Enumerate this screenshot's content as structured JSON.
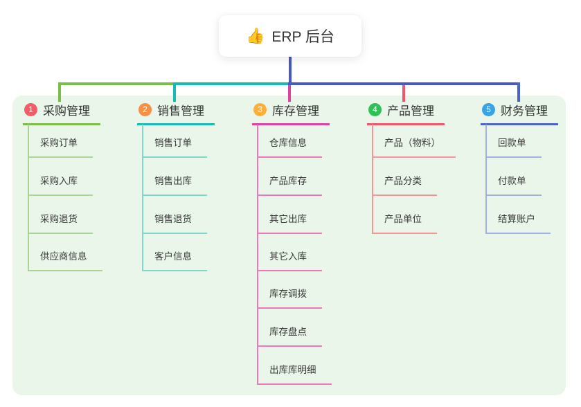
{
  "root": {
    "icon": "👍",
    "label": "ERP 后台"
  },
  "connector_color": "#4857c6",
  "panel_color": "#e9f6e9",
  "branches": [
    {
      "badge": "1",
      "label": "采购管理",
      "color": "#7cbd4a",
      "light_color": "#aad491",
      "badge_color": "#f25d66",
      "items": [
        "采购订单",
        "采购入库",
        "采购退货",
        "供应商信息"
      ]
    },
    {
      "badge": "2",
      "label": "销售管理",
      "color": "#16bcb0",
      "light_color": "#7fd6cb",
      "badge_color": "#f98e45",
      "items": [
        "销售订单",
        "销售出库",
        "销售退货",
        "客户信息"
      ]
    },
    {
      "badge": "3",
      "label": "库存管理",
      "color": "#e0409e",
      "light_color": "#ec77bd",
      "badge_color": "#fbb03d",
      "items": [
        "仓库信息",
        "产品库存",
        "其它出库",
        "其它入库",
        "库存调拨",
        "库存盘点",
        "出库库明细"
      ]
    },
    {
      "badge": "4",
      "label": "产品管理",
      "color": "#f2566a",
      "light_color": "#f59598",
      "badge_color": "#2fc158",
      "items": [
        "产品（物料）",
        "产品分类",
        "产品单位"
      ]
    },
    {
      "badge": "5",
      "label": "财务管理",
      "color": "#4a63cb",
      "light_color": "#9fb2e2",
      "badge_color": "#38a3e8",
      "items": [
        "回款单",
        "付款单",
        "结算账户"
      ]
    }
  ]
}
